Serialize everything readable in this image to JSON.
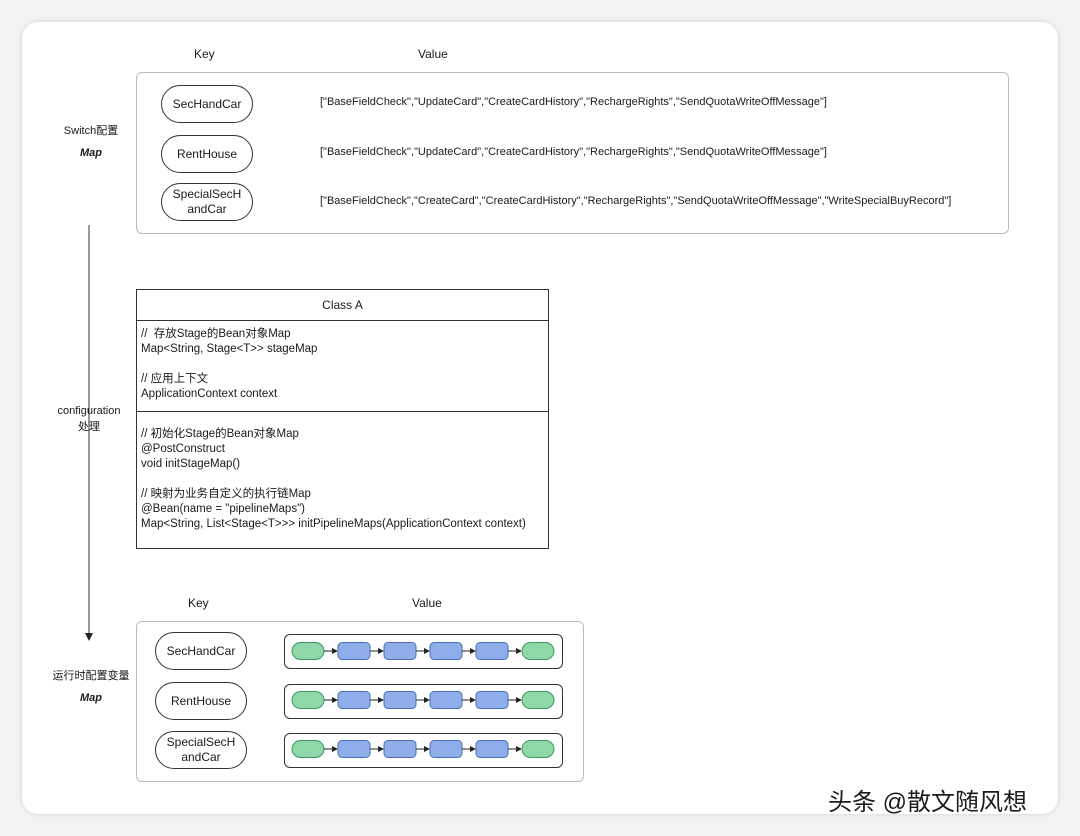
{
  "top": {
    "key_header": "Key",
    "value_header": "Value",
    "side_label": "Switch配置",
    "side_map": "Map",
    "rows": [
      {
        "key": "SecHandCar",
        "value": "[\"BaseFieldCheck\",\"UpdateCard\",\"CreateCardHistory\",\"RechargeRights\",\"SendQuotaWriteOffMessage\"]"
      },
      {
        "key": "RentHouse",
        "value": "[\"BaseFieldCheck\",\"UpdateCard\",\"CreateCardHistory\",\"RechargeRights\",\"SendQuotaWriteOffMessage\"]"
      },
      {
        "key": "SpecialSecHandCar",
        "key_line1": "SpecialSecH",
        "key_line2": "andCar",
        "value": "[\"BaseFieldCheck\",\"CreateCard\",\"CreateCardHistory\",\"RechargeRights\",\"SendQuotaWriteOffMessage\",\"WriteSpecialBuyRecord\"]"
      }
    ]
  },
  "middle": {
    "side_label_1": "configuration",
    "side_label_2": "处理",
    "class_title": "Class A",
    "fields": [
      "//  存放Stage的Bean对象Map",
      "Map<String, Stage<T>> stageMap",
      "",
      "// 应用上下文",
      "ApplicationContext context"
    ],
    "methods": [
      "// 初始化Stage的Bean对象Map",
      "@PostConstruct",
      "void initStageMap()",
      "",
      "// 映射为业务自定义的执行链Map",
      "@Bean(name = \"pipelineMaps\")",
      "Map<String, List<Stage<T>>> initPipelineMaps(ApplicationContext context)"
    ]
  },
  "bottom": {
    "key_header": "Key",
    "value_header": "Value",
    "side_label": "运行时配置变量",
    "side_map": "Map",
    "rows": [
      {
        "key": "SecHandCar"
      },
      {
        "key": "RentHouse"
      },
      {
        "key": "SpecialSecHandCar",
        "key_line1": "SpecialSecH",
        "key_line2": "andCar"
      }
    ],
    "chain_nodes": [
      "end",
      "stage",
      "stage",
      "stage",
      "stage",
      "end"
    ]
  },
  "colors": {
    "stage_fill": "#8faee9",
    "stage_stroke": "#4a6fb8",
    "end_fill": "#8fd6a8",
    "end_stroke": "#3e9a63"
  },
  "watermark": "头条 @散文随风想"
}
